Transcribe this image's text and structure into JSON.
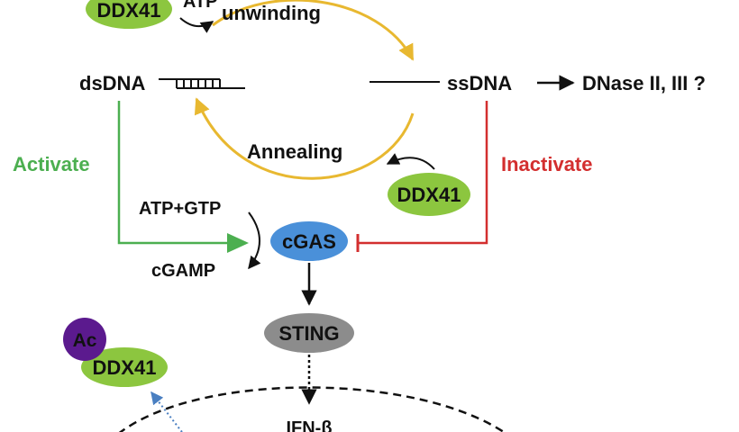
{
  "labels": {
    "unwinding": "unwinding",
    "atp_partial": "ATP",
    "dsdna": "dsDNA",
    "ssdna": "ssDNA",
    "dnase": "DNase II, III ?",
    "annealing": "Annealing",
    "activate": "Activate",
    "inactivate": "Inactivate",
    "atp_gtp": "ATP+GTP",
    "cgamp": "cGAMP",
    "ifn": "IFN-β"
  },
  "nodes": {
    "ddx41_top": "DDX41",
    "ddx41_right": "DDX41",
    "ddx41_bottom": "DDX41",
    "cgas": "cGAS",
    "sting": "STING",
    "ac": "Ac"
  },
  "colors": {
    "ddx41_fill": "#8cc63f",
    "cgas_fill": "#4a90d9",
    "sting_fill": "#8c8c8c",
    "ac_fill": "#5b1a8e",
    "cycle": "#e8b830",
    "activate": "#4caf50",
    "inactivate": "#d32f2f",
    "dotted_blue": "#4a7fc1",
    "text": "#111111"
  }
}
